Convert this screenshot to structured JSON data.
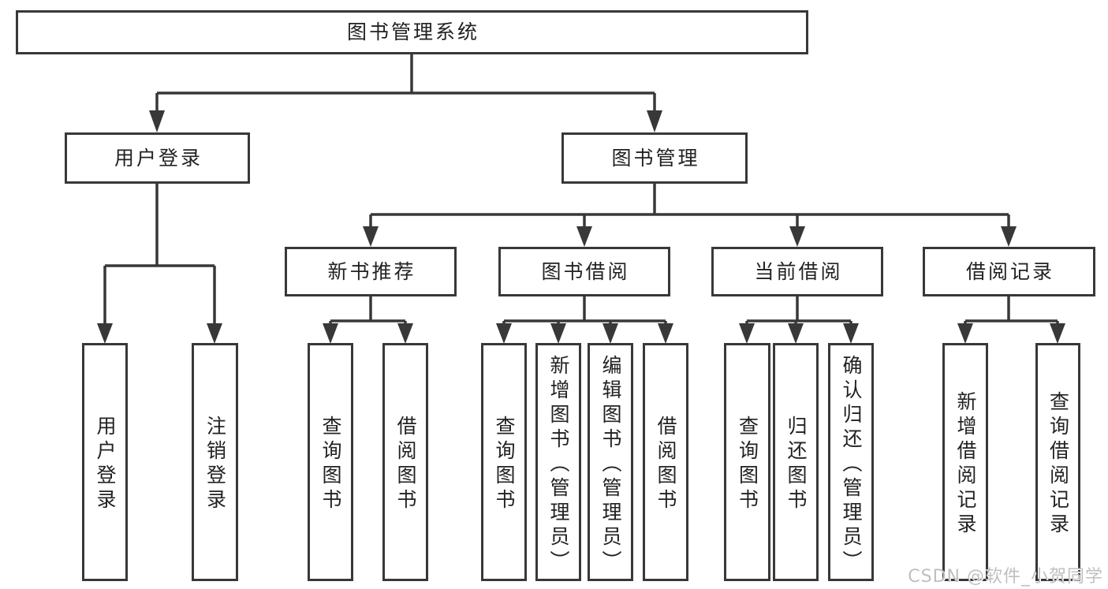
{
  "diagram": {
    "root": {
      "label": "图书管理系统",
      "children": [
        {
          "label": "用户登录",
          "children": [
            {
              "label": "用户登录"
            },
            {
              "label": "注销登录"
            }
          ]
        },
        {
          "label": "图书管理",
          "children": [
            {
              "label": "新书推荐",
              "children": [
                {
                  "label": "查询图书"
                },
                {
                  "label": "借阅图书"
                }
              ]
            },
            {
              "label": "图书借阅",
              "children": [
                {
                  "label": "查询图书"
                },
                {
                  "label": "新增图书（管理员）"
                },
                {
                  "label": "编辑图书（管理员）"
                },
                {
                  "label": "借阅图书"
                }
              ]
            },
            {
              "label": "当前借阅",
              "children": [
                {
                  "label": "查询图书"
                },
                {
                  "label": "归还图书"
                },
                {
                  "label": "确认归还（管理员）"
                }
              ]
            },
            {
              "label": "借阅记录",
              "children": [
                {
                  "label": "新增借阅记录"
                },
                {
                  "label": "查询借阅记录"
                }
              ]
            }
          ]
        }
      ]
    }
  },
  "watermark": {
    "text": "CSDN @软件_小贺同学"
  },
  "colors": {
    "line": "#383838",
    "text": "#222222",
    "watermark": "#bfbfbf",
    "background": "#ffffff"
  }
}
